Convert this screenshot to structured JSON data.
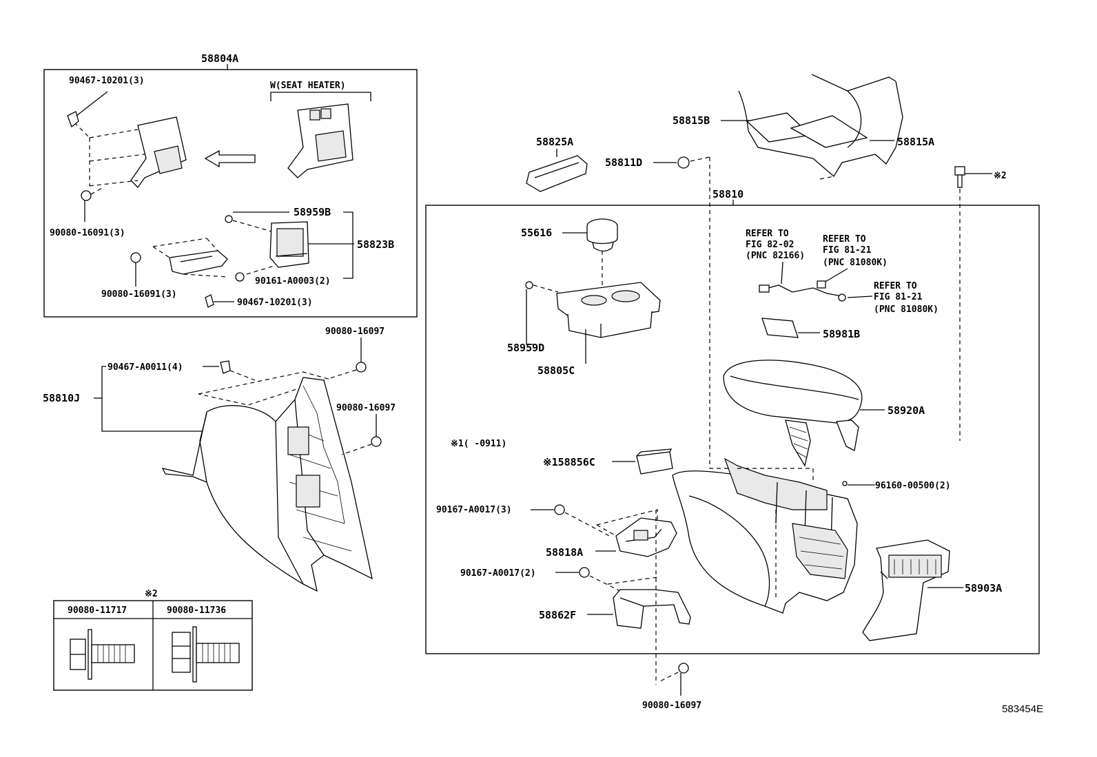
{
  "diagram_id": "583454E",
  "callouts": {
    "group_58804A": "58804A",
    "seat_heater": "W(SEAT HEATER)",
    "p_90467_10201_top": "90467-10201(3)",
    "p_90080_16091_a": "90080-16091(3)",
    "p_58959B": "58959B",
    "p_58823B": "58823B",
    "p_90080_16091_b": "90080-16091(3)",
    "p_90161_A0003": "90161-A0003(2)",
    "p_90467_10201_bot": "90467-10201(3)",
    "p_90080_16097_a": "90080-16097",
    "p_90467_A0011": "90467-A0011(4)",
    "p_58810J": "58810J",
    "p_90080_16097_b": "90080-16097",
    "p_58825A": "58825A",
    "p_58811D": "58811D",
    "p_58815B": "58815B",
    "p_58815A": "58815A",
    "note_x2": "※2",
    "group_58810": "58810",
    "p_55616": "55616",
    "p_58959D": "58959D",
    "p_58805C": "58805C",
    "refer_1": [
      "REFER TO",
      "FIG 82-02",
      "(PNC 82166)"
    ],
    "refer_2": [
      "REFER TO",
      "FIG 81-21",
      "(PNC 81080K)"
    ],
    "refer_3": [
      "REFER TO",
      "FIG 81-21",
      "(PNC 81080K)"
    ],
    "p_58981B": "58981B",
    "p_58920A": "58920A",
    "note_x1": "※1(   -0911)",
    "p_58856C": "※158856C",
    "p_96160_00500": "96160-00500(2)",
    "p_90167_A0017_3": "90167-A0017(3)",
    "p_58818A": "58818A",
    "p_90167_A0017_2": "90167-A0017(2)",
    "p_58862F": "58862F",
    "p_58903A": "58903A",
    "p_90080_16097_c": "90080-16097"
  },
  "table": {
    "note": "※2",
    "columns": [
      "90080-11717",
      "90080-11736"
    ]
  }
}
